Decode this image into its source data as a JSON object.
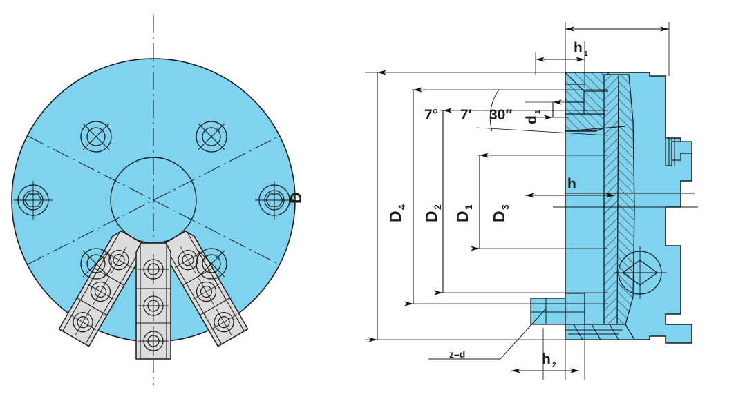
{
  "drawing": {
    "title": "Three-jaw lathe chuck technical drawing",
    "type": "engineering-drawing",
    "views": [
      {
        "id": "front",
        "name": "front-view",
        "description": "Front face view of three-jaw self-centering chuck"
      },
      {
        "id": "section",
        "name": "section-view",
        "description": "Half cross-section side view of chuck body"
      }
    ],
    "colors": {
      "body_fill": "#7FD3EF",
      "jaw_fill": "#DCDCDC",
      "line": "#1a1a1a",
      "background": "#FFFFFF"
    }
  },
  "front_view": {
    "diameter_label": "D",
    "jaw_count": 3,
    "bolt_hole_count": 6,
    "center_bore_label": ""
  },
  "section_view": {
    "angle_note": {
      "degrees": "7°",
      "minutes": "7′",
      "seconds": "30″",
      "full": "7° 7′ 30″"
    },
    "diameters": [
      {
        "key": "D4",
        "base": "D",
        "sub": "4"
      },
      {
        "key": "D2",
        "base": "D",
        "sub": "2"
      },
      {
        "key": "D1",
        "base": "D",
        "sub": "1"
      },
      {
        "key": "D3",
        "base": "D",
        "sub": "3"
      },
      {
        "key": "d1",
        "base": "d",
        "sub": "1"
      }
    ],
    "heights": [
      {
        "key": "h1",
        "base": "h",
        "sub": "1"
      },
      {
        "key": "h",
        "base": "h",
        "sub": ""
      },
      {
        "key": "h2",
        "base": "h",
        "sub": "2"
      }
    ],
    "hole_callout": "z–d"
  }
}
